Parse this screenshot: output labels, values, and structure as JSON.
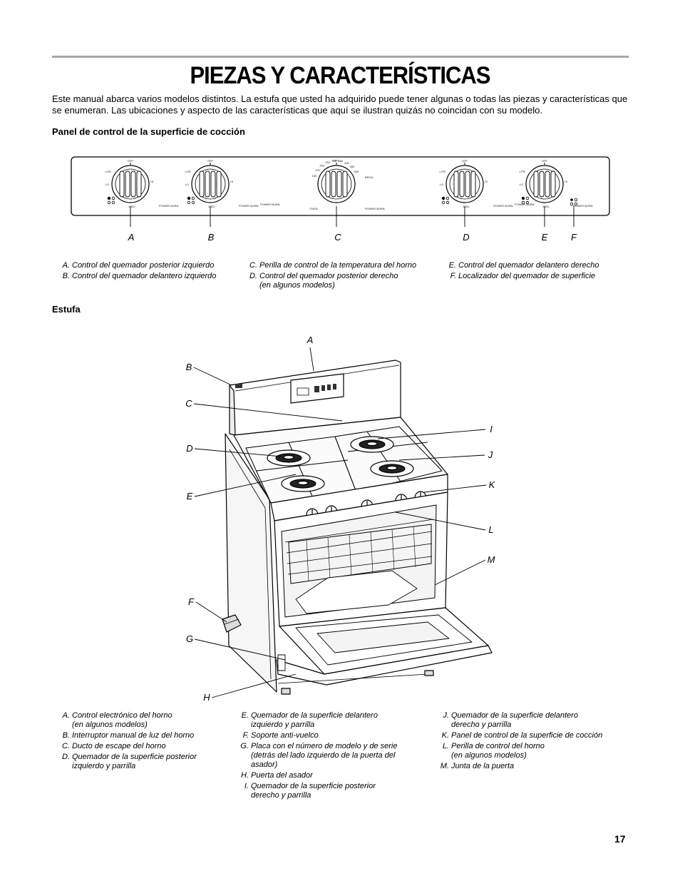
{
  "page": {
    "title": "PIEZAS Y CARACTERÍSTICAS",
    "intro": "Este manual abarca varios modelos distintos. La estufa que usted ha adquirido puede tener algunas o todas las piezas y características que se enumeran. Las ubicaciones y aspecto de las características que aquí se ilustran quizás no coincidan con su modelo.",
    "page_number": "17"
  },
  "panel": {
    "heading": "Panel de control de la superficie de cocción",
    "knob_top": "OFF",
    "knob_left": "LITE",
    "knob_bottom": "MED",
    "knob_hi": "HI",
    "knob_lo": "LO",
    "power_label": "POWER BURN",
    "oven_label": "OVEN",
    "broil_label": "BROIL",
    "temps": [
      "150",
      "175",
      "200",
      "250",
      "300",
      "350",
      "400",
      "450",
      "500"
    ],
    "callouts": [
      "A",
      "B",
      "C",
      "D",
      "E",
      "F"
    ],
    "legend": [
      {
        "k": "A.",
        "t": "Control del quemador posterior izquierdo"
      },
      {
        "k": "B.",
        "t": "Control del quemador delantero izquierdo"
      },
      {
        "k": "C.",
        "t": "Perilla de control de la temperatura del horno"
      },
      {
        "k": "D.",
        "t": "Control del quemador posterior derecho\n(en algunos modelos)"
      },
      {
        "k": "E.",
        "t": "Control del quemador delantero derecho"
      },
      {
        "k": "F.",
        "t": "Localizador del quemador de superficie"
      }
    ]
  },
  "range": {
    "heading": "Estufa",
    "callouts": [
      "A",
      "B",
      "C",
      "D",
      "E",
      "F",
      "G",
      "H",
      "I",
      "J",
      "K",
      "L",
      "M"
    ],
    "legend": [
      {
        "k": "A.",
        "t": "Control electrónico del horno\n(en algunos modelos)"
      },
      {
        "k": "B.",
        "t": "Interruptor manual de luz del horno"
      },
      {
        "k": "C.",
        "t": "Ducto de escape del horno"
      },
      {
        "k": "D.",
        "t": "Quemador de la superficie posterior\nizquierdo y parrilla"
      },
      {
        "k": "E.",
        "t": "Quemador de la superficie delantero\nizquierdo y parrilla"
      },
      {
        "k": "F.",
        "t": "Soporte anti-vuelco"
      },
      {
        "k": "G.",
        "t": "Placa con el número de modelo y de serie\n(detrás del lado izquierdo de la puerta del\nasador)"
      },
      {
        "k": "H.",
        "t": "Puerta del asador"
      },
      {
        "k": "I.",
        "t": "Quemador de la superficie posterior\nderecho y parrilla"
      },
      {
        "k": "J.",
        "t": "Quemador de la superficie delantero\nderecho y parrilla"
      },
      {
        "k": "K.",
        "t": "Panel de control de la superficie de cocción"
      },
      {
        "k": "L.",
        "t": "Perilla de control del horno\n(en algunos modelos)"
      },
      {
        "k": "M.",
        "t": "Junta de la puerta"
      }
    ]
  }
}
